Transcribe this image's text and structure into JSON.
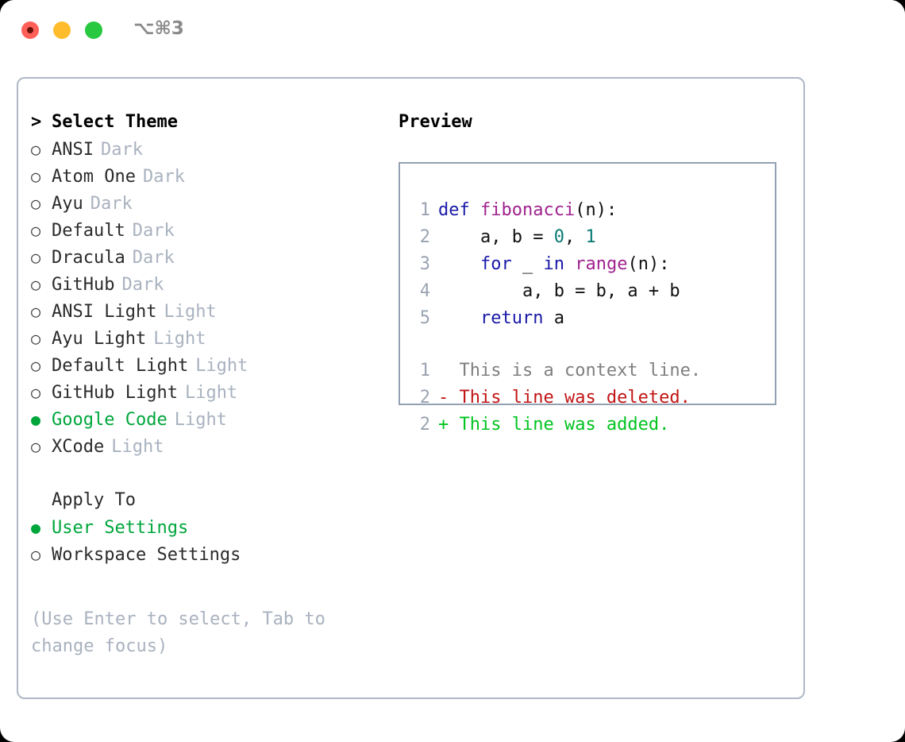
{
  "titlebar": {
    "shortcut": "⌥⌘3",
    "buttons": {
      "close": "close-button",
      "minimize": "minimize-button",
      "maximize": "maximize-button"
    }
  },
  "colors": {
    "accent_green": "#00a63c",
    "panel_border": "#aeb8c6",
    "preview_border": "#93a0b2",
    "muted": "#a9b2bf",
    "keyword": "#1a1aa8",
    "function": "#a0238f",
    "number": "#0b7a74",
    "diff_added": "#00c41e",
    "diff_deleted": "#c11414",
    "diff_context": "#7f7f7f",
    "close_dot": "#ff6159",
    "minimize_dot": "#ffbd2e",
    "maximize_dot": "#28c840"
  },
  "theme_selector": {
    "header_marker": ">",
    "header_label": "Select Theme",
    "marker_selected": "●",
    "marker_unselected": "○",
    "items": [
      {
        "name": "ANSI",
        "tag": "Dark",
        "selected": false
      },
      {
        "name": "Atom One",
        "tag": "Dark",
        "selected": false
      },
      {
        "name": "Ayu",
        "tag": "Dark",
        "selected": false
      },
      {
        "name": "Default",
        "tag": "Dark",
        "selected": false
      },
      {
        "name": "Dracula",
        "tag": "Dark",
        "selected": false
      },
      {
        "name": "GitHub",
        "tag": "Dark",
        "selected": false
      },
      {
        "name": "ANSI Light",
        "tag": "Light",
        "selected": false
      },
      {
        "name": "Ayu Light",
        "tag": "Light",
        "selected": false
      },
      {
        "name": "Default Light",
        "tag": "Light",
        "selected": false
      },
      {
        "name": "GitHub Light",
        "tag": "Light",
        "selected": false
      },
      {
        "name": "Google Code",
        "tag": "Light",
        "selected": true
      },
      {
        "name": "XCode",
        "tag": "Light",
        "selected": false
      }
    ]
  },
  "apply_to": {
    "header_label": "Apply To",
    "items": [
      {
        "name": "User Settings",
        "selected": true
      },
      {
        "name": "Workspace Settings",
        "selected": false
      }
    ]
  },
  "hint": "(Use Enter to select, Tab to change focus)",
  "preview": {
    "title": "Preview",
    "code_lines": [
      {
        "number": "1",
        "tokens": [
          {
            "text": "def ",
            "type": "kw"
          },
          {
            "text": "fibonacci",
            "type": "fn"
          },
          {
            "text": "(n):",
            "type": "plain"
          }
        ]
      },
      {
        "number": "2",
        "tokens": [
          {
            "text": "    a, b = ",
            "type": "plain"
          },
          {
            "text": "0",
            "type": "num"
          },
          {
            "text": ", ",
            "type": "plain"
          },
          {
            "text": "1",
            "type": "num"
          }
        ]
      },
      {
        "number": "3",
        "tokens": [
          {
            "text": "    ",
            "type": "plain"
          },
          {
            "text": "for",
            "type": "kw"
          },
          {
            "text": " _ ",
            "type": "plain"
          },
          {
            "text": "in",
            "type": "kw"
          },
          {
            "text": " ",
            "type": "plain"
          },
          {
            "text": "range",
            "type": "fn"
          },
          {
            "text": "(n):",
            "type": "plain"
          }
        ]
      },
      {
        "number": "4",
        "tokens": [
          {
            "text": "        a, b = b, a + b",
            "type": "plain"
          }
        ]
      },
      {
        "number": "5",
        "tokens": [
          {
            "text": "    ",
            "type": "plain"
          },
          {
            "text": "return",
            "type": "kw"
          },
          {
            "text": " a",
            "type": "plain"
          }
        ]
      }
    ],
    "diff_lines": [
      {
        "number": "1",
        "sign": " ",
        "text": "This is a context line.",
        "type": "ctx"
      },
      {
        "number": "2",
        "sign": "-",
        "text": "This line was deleted.",
        "type": "del"
      },
      {
        "number": "2",
        "sign": "+",
        "text": "This line was added.",
        "type": "add"
      }
    ]
  }
}
